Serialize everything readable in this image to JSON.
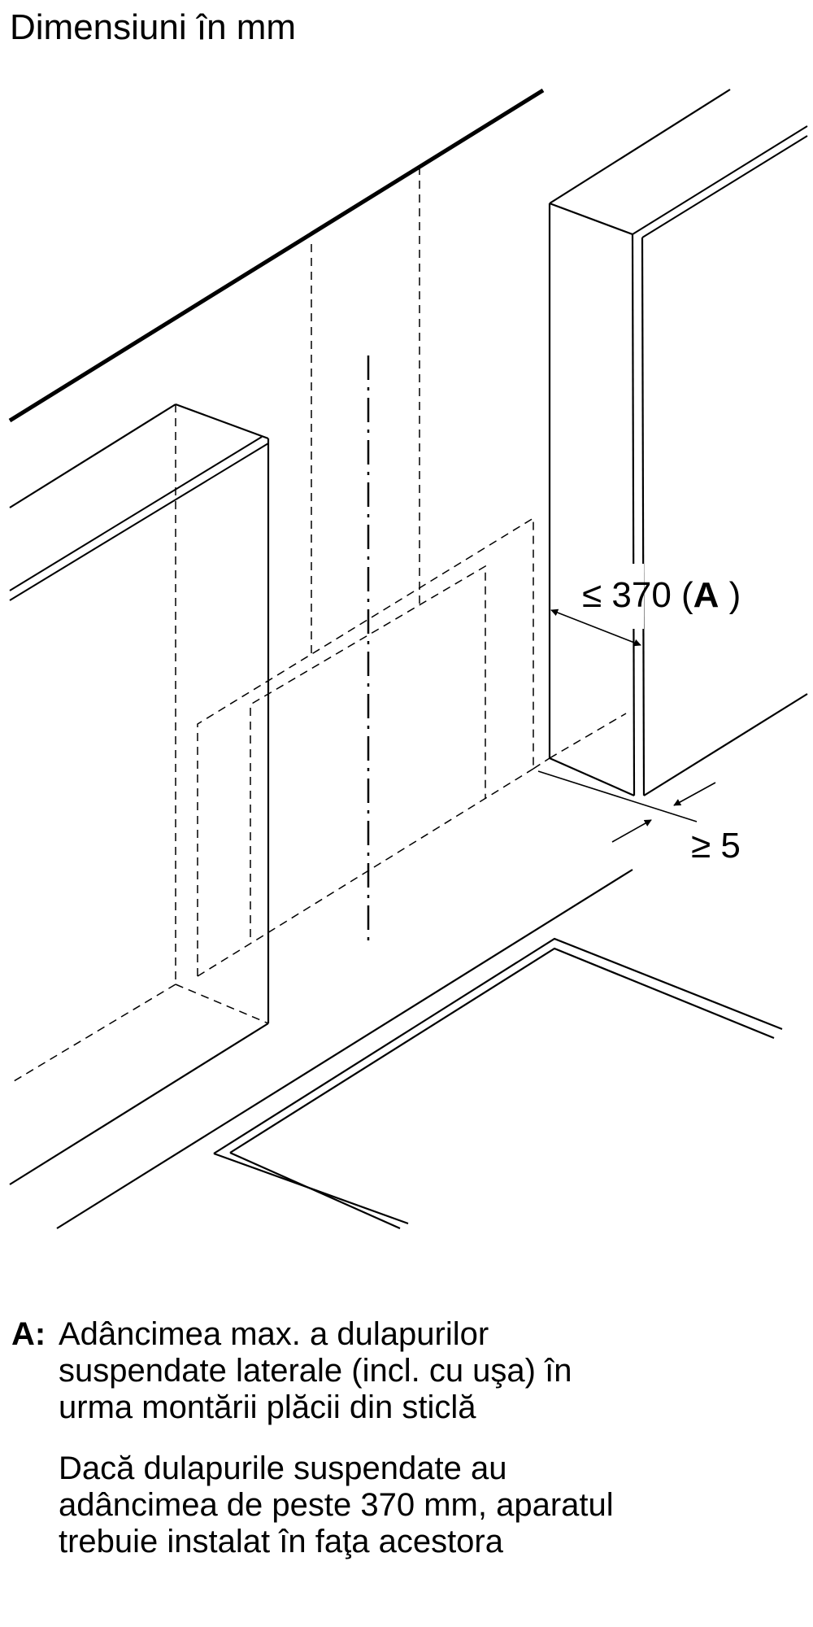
{
  "title": "Dimensiuni în mm",
  "dimensions": {
    "max_depth": {
      "prefix": "≤ 370 (",
      "key": "A",
      "suffix": " )"
    },
    "min_gap": "≥ 5"
  },
  "legend": {
    "key": "A:",
    "paragraph1": [
      "Adâncimea max. a dulapurilor",
      "suspendate laterale (incl. cu uşa) în",
      "urma montării plăcii din sticlă"
    ],
    "paragraph2": [
      "Dacă dulapurile suspendate au",
      "adâncimea de peste 370 mm, aparatul",
      "trebuie instalat în faţa acestora"
    ]
  }
}
